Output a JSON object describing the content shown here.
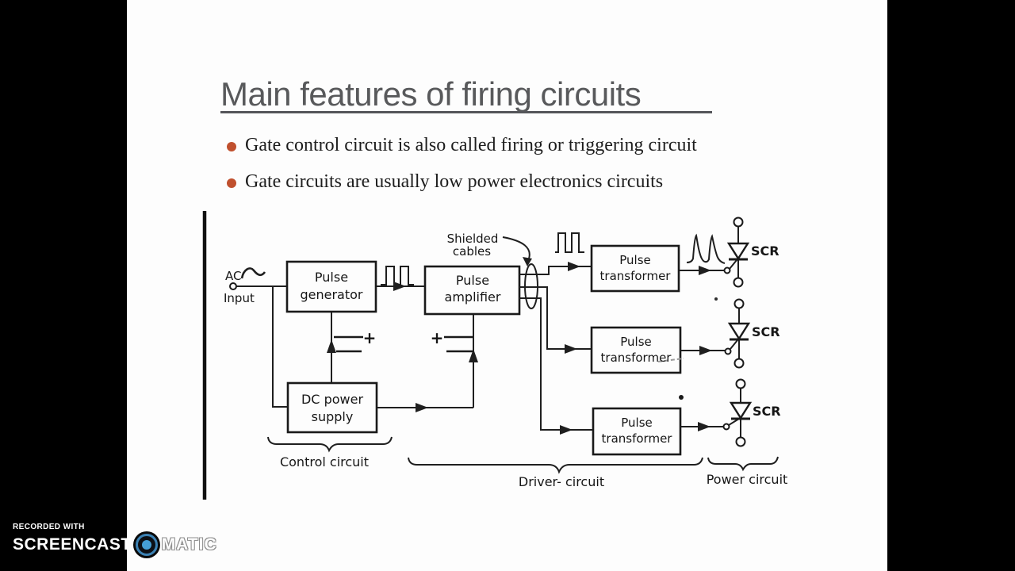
{
  "slide": {
    "title": "Main features of firing circuits",
    "bullets": [
      "Gate control circuit is also called firing or triggering circuit",
      "Gate circuits are usually low power electronics circuits"
    ]
  },
  "diagram": {
    "ac": "AC",
    "input": "Input",
    "pulse_generator_line1": "Pulse",
    "pulse_generator_line2": "generator",
    "pulse_amplifier_line1": "Pulse",
    "pulse_amplifier_line2": "amplifier",
    "dc_supply_line1": "DC power",
    "dc_supply_line2": "supply",
    "shielded_line1": "Shielded",
    "shielded_line2": "cables",
    "transformer_line1": "Pulse",
    "transformer_line2": "transformer",
    "scr": "SCR",
    "plus": "+",
    "control_circuit": "Control circuit",
    "driver_circuit": "Driver- circuit",
    "power_circuit": "Power circuit"
  },
  "watermark": {
    "recorded_with": "RECORDED WITH",
    "brand_left": "SCREENCAST",
    "brand_right": "MATIC"
  },
  "colors": {
    "bullet": "#c0502e",
    "title_gray": "#58595b",
    "ink": "#1d1d1d",
    "logo_ring": "#3c82b4",
    "logo_dot": "#459fd6"
  }
}
